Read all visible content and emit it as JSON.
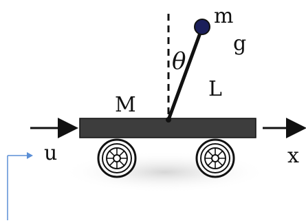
{
  "labels": {
    "mass_pendulum": "m",
    "gravity": "g",
    "angle": "θ",
    "length": "L",
    "mass_cart": "M",
    "input": "u",
    "position": "x"
  },
  "colors": {
    "cart": "#3d3d3d",
    "rod": "#111111",
    "bob": "#1b1f5a",
    "axis_line": "#5b8fd6"
  }
}
